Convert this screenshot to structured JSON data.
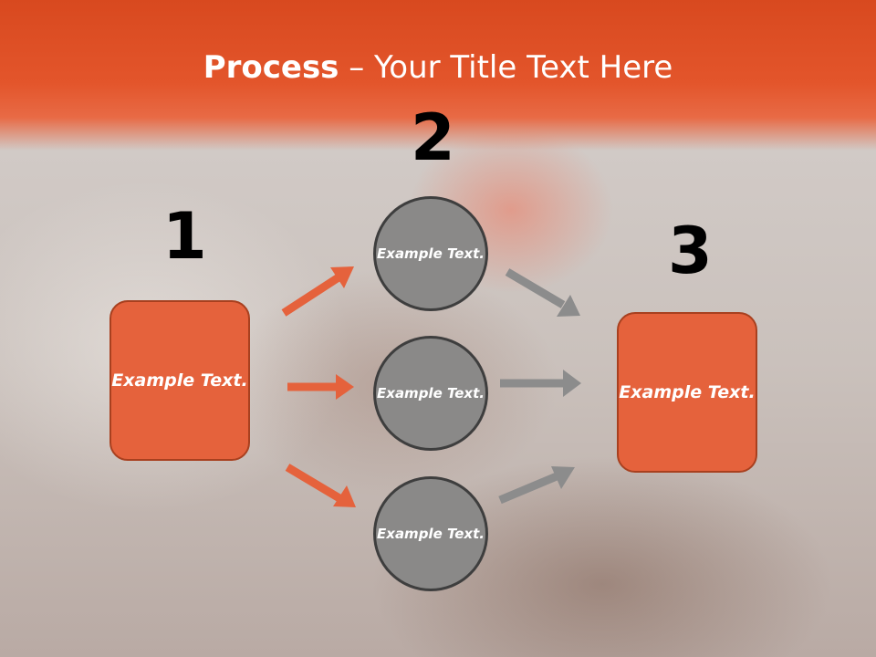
{
  "slide": {
    "title_bold": "Process",
    "title_rest": " – Your Title Text Here"
  },
  "steps": {
    "step1_number": "1",
    "step2_number": "2",
    "step3_number": "3"
  },
  "boxes": {
    "left": "Example Text.",
    "right": "Example Text."
  },
  "circles": {
    "top": "Example Text.",
    "middle": "Example Text.",
    "bottom": "Example Text."
  },
  "colors": {
    "accent_orange": "#e5623c",
    "header_orange": "#d8491f",
    "circle_gray": "#8a8988",
    "arrow_gray": "#8c8c8c"
  },
  "icons": {
    "arrow": "arrow-right-icon"
  }
}
